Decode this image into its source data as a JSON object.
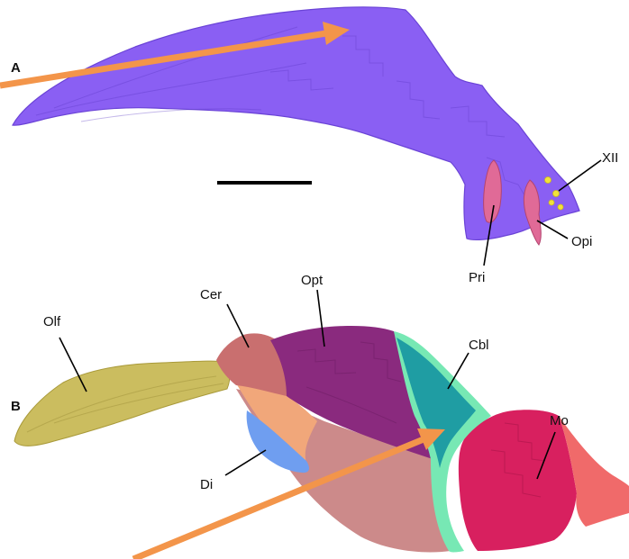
{
  "panels": {
    "a": {
      "letter": "A"
    },
    "b": {
      "letter": "B"
    }
  },
  "labels_a": {
    "xii": "XII",
    "pri": "Pri",
    "opi": "Opi"
  },
  "labels_b": {
    "olf": "Olf",
    "cer": "Cer",
    "opt": "Opt",
    "cbl": "Cbl",
    "mo": "Mo",
    "di": "Di"
  },
  "colors": {
    "endocast": "#8a5ff3",
    "endocast_dark": "#6a43d6",
    "inner_ear": "#e06a97",
    "nerve_foramina": "#f2e23a",
    "olfactory": "#cbbd5f",
    "cerebrum": "#c96f6f",
    "optic_lobe": "#8a2a7e",
    "cerebellum_light": "#77e8b4",
    "cerebellum_dark": "#1f9da3",
    "medulla": "#d8205f",
    "medulla_tail": "#f06a6a",
    "diencephalon": "#6f9ef0",
    "lateral_region": "#f1a77a",
    "ventral_region": "#c98484",
    "arrow": "#f3954a",
    "scale_bar": "#000000"
  },
  "icons": {
    "orientation_arrow": "arrow-icon",
    "scale_bar": "scale-bar"
  }
}
